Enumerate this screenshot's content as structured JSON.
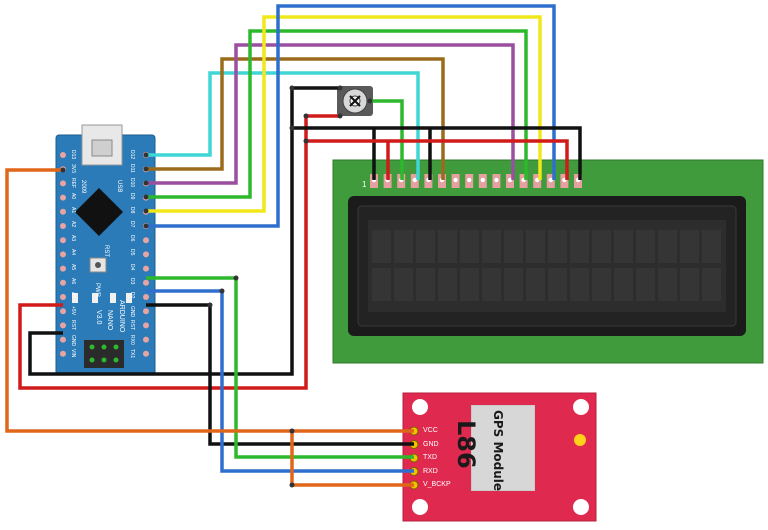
{
  "lcd": {
    "pin1_label": "1",
    "color_pcb": "#3f9b3c",
    "color_bezel": "#1b1b1b",
    "color_screen": "#2a2a2a"
  },
  "arduino": {
    "board_name": "ARDUINO",
    "model": "NANO",
    "version": "V3.0",
    "rst_label": "RST",
    "usb_label": "USB",
    "year_label": "2009",
    "pwr_label": "PWR",
    "left_pins": [
      "D12",
      "D11",
      "D10",
      "D9",
      "D8",
      "D7",
      "D6",
      "D5",
      "D4",
      "D3",
      "D2",
      "GND",
      "RST",
      "RX0",
      "TX1"
    ],
    "right_pins": [
      "D13",
      "3V3",
      "REF",
      "A0",
      "A1",
      "A2",
      "A3",
      "A4",
      "A5",
      "A6",
      "A7",
      "+5V",
      "RST",
      "GND",
      "VIN"
    ],
    "color_board": "#2a7bb8"
  },
  "gps": {
    "chip": "L86",
    "subtitle": "GPS Module",
    "pins": [
      "VCC",
      "GND",
      "TXD",
      "RXD",
      "V_BCKP"
    ],
    "color_board": "#e0294f"
  },
  "wire_colors": {
    "cyan": "#3fd6d6",
    "brown": "#9b6b1d",
    "purple": "#9b4fa0",
    "green": "#2db82d",
    "yellow": "#f0e81a",
    "blue": "#2e6fce",
    "black": "#111111",
    "red": "#d11a1a",
    "orange": "#e0661a"
  }
}
